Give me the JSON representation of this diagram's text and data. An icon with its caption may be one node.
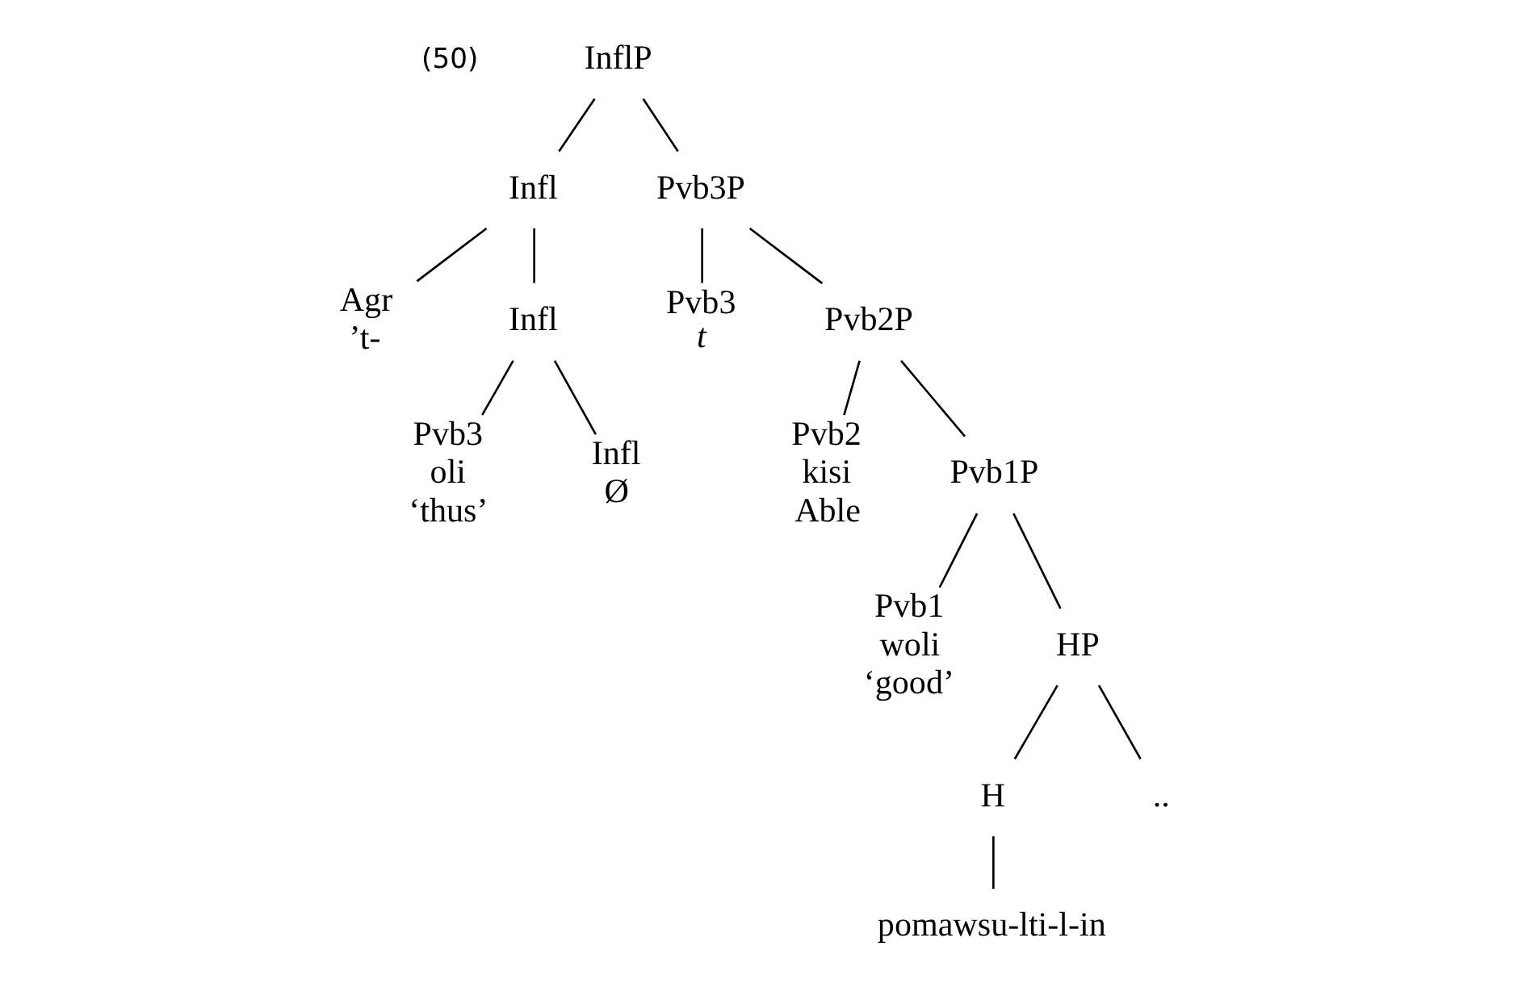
{
  "diagram": {
    "nodes": [
      {
        "text": [
          "InflP"
        ]
      },
      {
        "text": [
          "Infl"
        ]
      },
      {
        "text": [
          "Pvb3P"
        ]
      },
      {
        "text": [
          "Agr",
          "’t-"
        ]
      },
      {
        "text": [
          "Infl"
        ]
      },
      {
        "text": [
          "Pvb3",
          "oli",
          "‘thus’"
        ]
      },
      {
        "text": [
          "Infl",
          "Ø"
        ]
      },
      {
        "text": [
          "Pvb3",
          "t"
        ]
      },
      {
        "text": [
          "Pvb2P"
        ]
      },
      {
        "text": [
          "Pvb2",
          "kisi",
          "Able"
        ]
      },
      {
        "text": [
          "Pvb1P"
        ]
      },
      {
        "text": [
          "Pvb1",
          "woli",
          "‘good’"
        ]
      },
      {
        "text": [
          "HP"
        ]
      },
      {
        "text": [
          "H"
        ]
      },
      {
        "text": [
          ".."
        ]
      },
      {
        "text": [
          "pomawsu-lti-l-in"
        ]
      }
    ],
    "edges": [
      {
        "from": 0,
        "to": 1,
        "arrow": "none"
      },
      {
        "from": 0,
        "to": 2,
        "arrow": "none"
      },
      {
        "from": 1,
        "to": 3,
        "arrow": "none"
      },
      {
        "from": 1,
        "to": 4,
        "arrow": "none"
      },
      {
        "from": 4,
        "to": 5,
        "arrow": "none"
      },
      {
        "from": 4,
        "to": 6,
        "arrow": "none"
      },
      {
        "from": 2,
        "to": 7,
        "arrow": "none"
      },
      {
        "from": 2,
        "to": 8,
        "arrow": "none"
      },
      {
        "from": 8,
        "to": 9,
        "arrow": "none"
      },
      {
        "from": 8,
        "to": 10,
        "arrow": "none"
      },
      {
        "from": 10,
        "to": 11,
        "arrow": "none"
      },
      {
        "from": 10,
        "to": 12,
        "arrow": "none"
      },
      {
        "from": 12,
        "to": 13,
        "arrow": "none"
      },
      {
        "from": 12,
        "to": 14,
        "arrow": "none"
      },
      {
        "from": 13,
        "to": 15,
        "arrow": "none"
      }
    ],
    "labels": [
      "(50)"
    ]
  }
}
